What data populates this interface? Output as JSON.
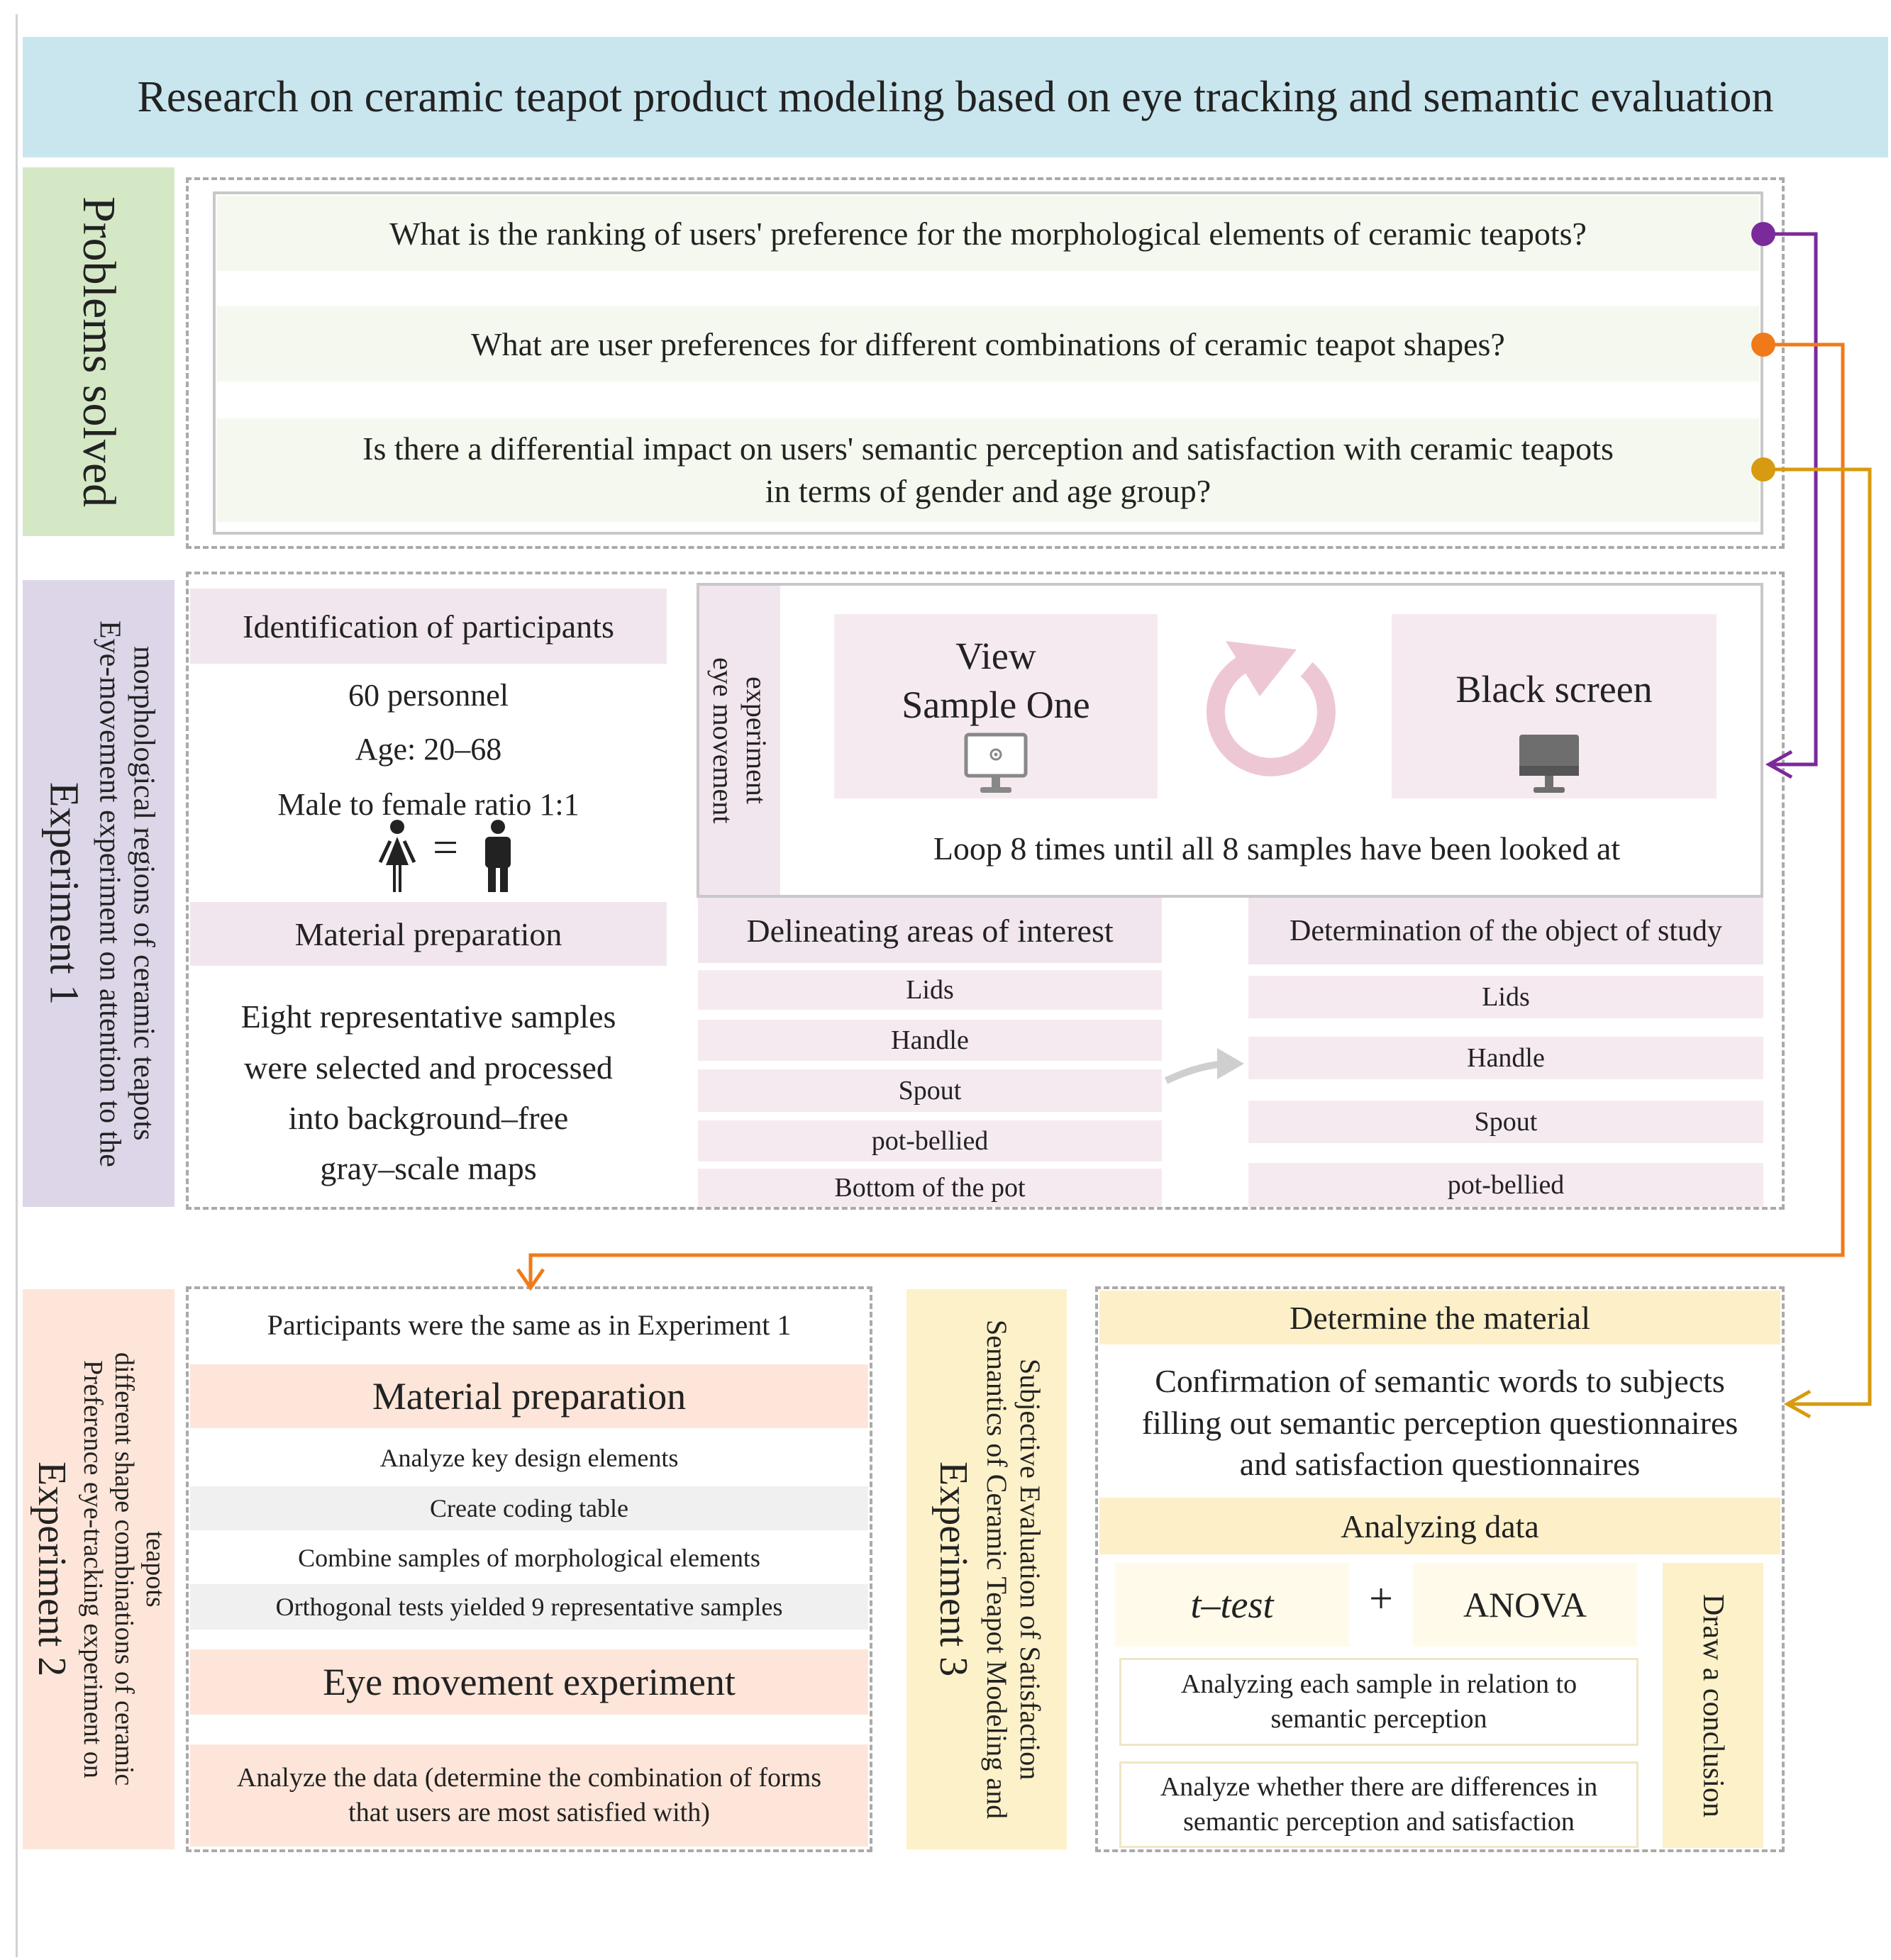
{
  "title": "Research on ceramic teapot product modeling based on eye tracking and semantic evaluation",
  "problems": {
    "label": "Problems solved",
    "questions": [
      "What is the ranking of users' preference for the morphological elements of ceramic teapots?",
      "What are user preferences for different combinations of ceramic teapot shapes?",
      "Is there a differential impact on users' semantic perception and satisfaction with ceramic teapots",
      "in terms of gender and age group?"
    ],
    "colors": {
      "q1": "#7a2a9a",
      "q2": "#f07a1a",
      "q3": "#d89a10"
    }
  },
  "exp1": {
    "label": "Experiment 1",
    "sublabel1": "Eye-movement experiment on attention to the",
    "sublabel2": "morphological regions of ceramic teapots",
    "participants": {
      "header": "Identification of participants",
      "count": "60 personnel",
      "age": "Age: 20–68",
      "ratio": "Male to female ratio 1:1",
      "equals": "="
    },
    "eye": {
      "label1": "eye movement",
      "label2": "experiment",
      "view1": "View",
      "view2": "Sample One",
      "black": "Black screen",
      "loop": "Loop 8 times until all 8 samples have been looked at"
    },
    "material": {
      "header": "Material preparation",
      "lines": [
        "Eight representative samples",
        "were selected and processed",
        "into background–free",
        "gray–scale maps"
      ]
    },
    "aoi": {
      "header": "Delineating areas of interest",
      "items": [
        "Lids",
        "Handle",
        "Spout",
        "pot-bellied",
        "Bottom of the pot"
      ]
    },
    "object": {
      "header": "Determination of the object of study",
      "items": [
        "Lids",
        "Handle",
        "Spout",
        "pot-bellied"
      ]
    }
  },
  "exp2": {
    "label": "Experiment 2",
    "sublabel1": "Preference eye-tracking experiment on",
    "sublabel2": "different shape combinations of ceramic",
    "sublabel3": "teapots",
    "participants": "Participants were the same as in Experiment 1",
    "material_header": "Material preparation",
    "steps": [
      "Analyze key design elements",
      "Create coding table",
      "Combine samples of morphological elements",
      "Orthogonal tests yielded 9 representative samples"
    ],
    "eye_header": "Eye movement experiment",
    "analyze1": "Analyze the data (determine the combination of forms",
    "analyze2": "that users are most satisfied with)"
  },
  "exp3": {
    "label": "Experiment 3",
    "sublabel1": "Semantics of Ceramic Teapot Modeling and",
    "sublabel2": "Subjective Evaluation of Satisfaction",
    "material_header": "Determine the material",
    "material_lines": [
      "Confirmation of semantic words to subjects",
      "filling out semantic perception questionnaires",
      "and satisfaction questionnaires"
    ],
    "analyzing_header": "Analyzing data",
    "ttest": "t–test",
    "plus": "+",
    "anova": "ANOVA",
    "result1a": "Analyzing each sample in relation to",
    "result1b": "semantic perception",
    "result2a": "Analyze whether there are differences in",
    "result2b": "semantic perception and satisfaction",
    "conclusion": "Draw a conclusion"
  }
}
